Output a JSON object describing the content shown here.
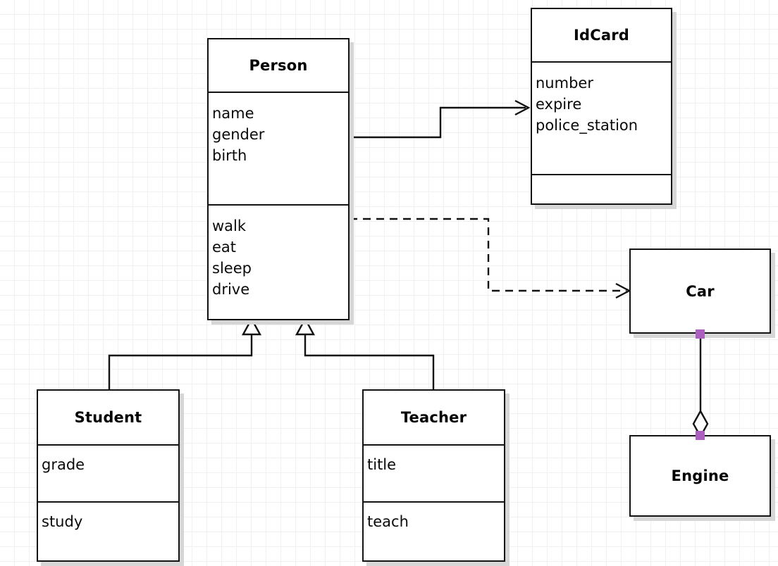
{
  "diagram": {
    "kind": "uml-class-diagram",
    "background": "#ffffff",
    "grid_color": "#f1f1f1",
    "line_color": "#111111",
    "box_border_color": "#131313",
    "shadow_color": "#d6d6d6",
    "handle_color": "#ab5fbf"
  },
  "classes": {
    "person": {
      "name": "Person",
      "attributes": [
        "name",
        "gender",
        "birth"
      ],
      "methods": [
        "walk",
        "eat",
        "sleep",
        "drive"
      ]
    },
    "idcard": {
      "name": "IdCard",
      "attributes": [
        "number",
        "expire",
        "police_station"
      ],
      "methods": []
    },
    "student": {
      "name": "Student",
      "attributes": [
        "grade"
      ],
      "methods": [
        "study"
      ]
    },
    "teacher": {
      "name": "Teacher",
      "attributes": [
        "title"
      ],
      "methods": [
        "teach"
      ]
    },
    "car": {
      "name": "Car"
    },
    "engine": {
      "name": "Engine"
    }
  },
  "relations": [
    {
      "id": "person-idcard",
      "type": "association",
      "style": "solid",
      "arrow": "open",
      "from": "person",
      "to": "idcard"
    },
    {
      "id": "person-car",
      "type": "dependency",
      "style": "dashed",
      "arrow": "open",
      "from": "person",
      "to": "car"
    },
    {
      "id": "student-person",
      "type": "generalization",
      "style": "solid",
      "arrow": "hollow-triangle",
      "from": "student",
      "to": "person"
    },
    {
      "id": "teacher-person",
      "type": "generalization",
      "style": "solid",
      "arrow": "hollow-triangle",
      "from": "teacher",
      "to": "person"
    },
    {
      "id": "car-engine",
      "type": "aggregation",
      "style": "solid",
      "arrow": "hollow-diamond",
      "from": "car",
      "to": "engine",
      "selected": true
    }
  ]
}
